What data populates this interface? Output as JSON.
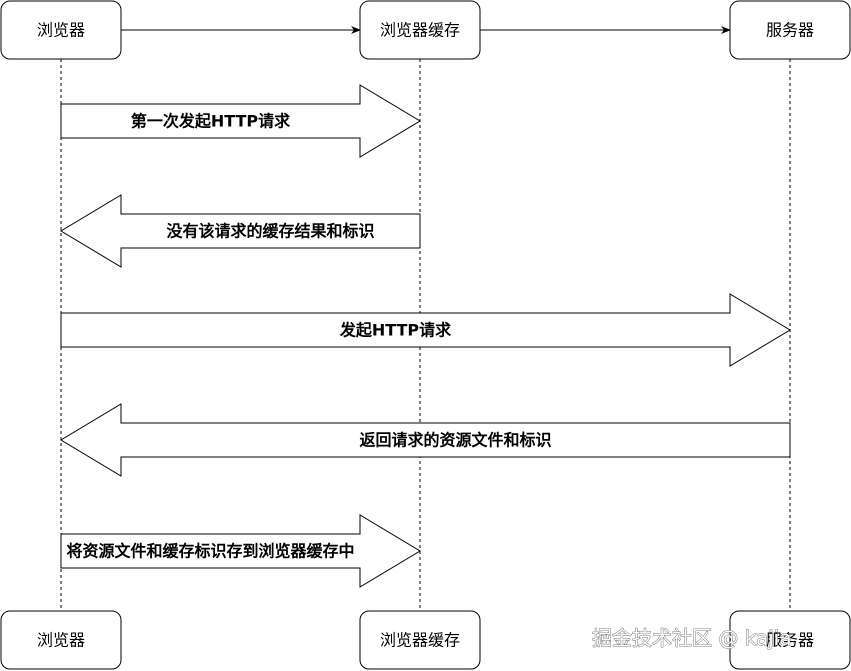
{
  "participants": [
    {
      "id": "browser",
      "label": "浏览器"
    },
    {
      "id": "cache",
      "label": "浏览器缓存"
    },
    {
      "id": "server",
      "label": "服务器"
    }
  ],
  "top_edges": [
    {
      "from": "browser",
      "to": "cache"
    },
    {
      "from": "cache",
      "to": "server"
    }
  ],
  "messages": [
    {
      "from": "browser",
      "to": "cache",
      "label": "第一次发起HTTP请求"
    },
    {
      "from": "cache",
      "to": "browser",
      "label": "没有该请求的缓存结果和标识"
    },
    {
      "from": "browser",
      "to": "server",
      "label": "发起HTTP请求"
    },
    {
      "from": "server",
      "to": "browser",
      "label": "返回请求的资源文件和标识"
    },
    {
      "from": "browser",
      "to": "cache",
      "label": "将资源文件和缓存标识存到浏览器缓存中"
    }
  ],
  "watermark": "掘金技术社区 @ kajia"
}
